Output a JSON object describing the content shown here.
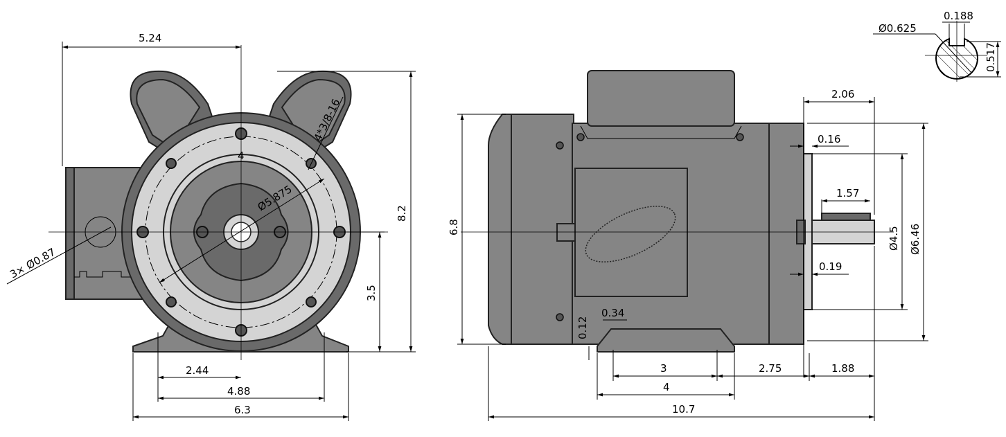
{
  "title": "Motor dimensional drawing",
  "colors": {
    "body": "#858585",
    "flange": "#d4d4d4",
    "line": "#000000"
  },
  "front_view": {
    "width_top": "5.24",
    "height_total": "8.2",
    "shaft_height": "3.5",
    "conduit_holes": "3× Ø0.87",
    "bolt_pattern": "4*3/8-16",
    "bolt_circle": "Ø5.875",
    "bolt_count_mark": "4",
    "foot_half": "2.44",
    "foot_spacing": "4.88",
    "base_width": "6.3"
  },
  "side_view": {
    "height": "6.8",
    "shaft_ext": "2.06",
    "flange_thk": "0.16",
    "key_length": "1.57",
    "pilot_dia": "Ø4.5",
    "flange_dia": "Ø6.46",
    "rabbet": "0.19",
    "foot_thk": "0.12",
    "foot_slot": "0.34",
    "foot_holes": "3",
    "foot_length": "4",
    "foot_to_face": "2.75",
    "shaft_length": "1.88",
    "overall_length": "10.7"
  },
  "shaft_section": {
    "diameter": "Ø0.625",
    "key_width": "0.188",
    "key_depth": "0.517"
  }
}
